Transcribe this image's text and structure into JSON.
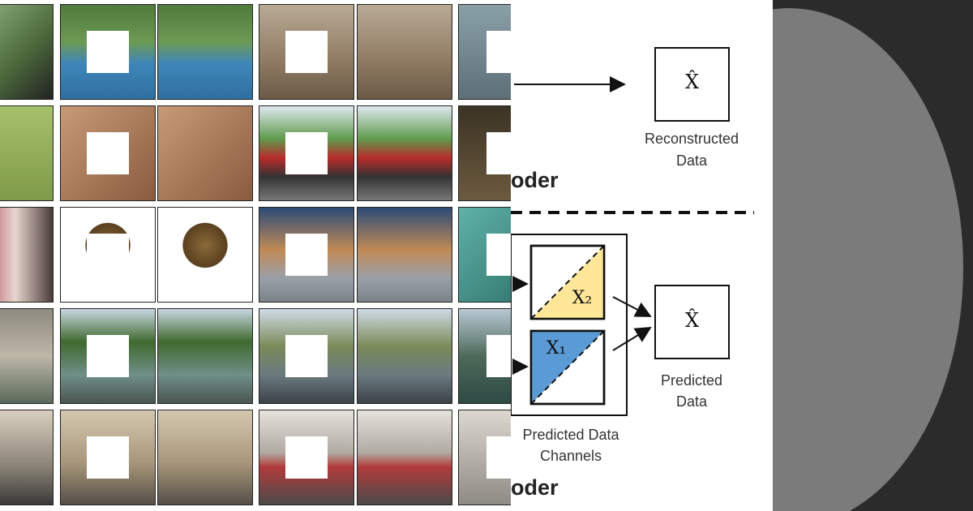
{
  "diagram": {
    "reconstructed_symbol": "X̂",
    "reconstructed_label_line1": "Reconstructed",
    "reconstructed_label_line2": "Data",
    "encoder_fragment_top": "oder",
    "encoder_fragment_bottom": "oder",
    "x2_symbol": "X₂",
    "x1_symbol": "X₁",
    "predicted_channels_line1": "Predicted Data",
    "predicted_channels_line2": "Channels",
    "predicted_symbol": "X̂",
    "predicted_label_line1": "Predicted",
    "predicted_label_line2": "Data",
    "colors": {
      "x2_fill": "#ffe699",
      "x1_fill": "#5b9bd5",
      "stroke": "#111111"
    }
  },
  "grid": {
    "rows": 5,
    "columns": 6
  }
}
